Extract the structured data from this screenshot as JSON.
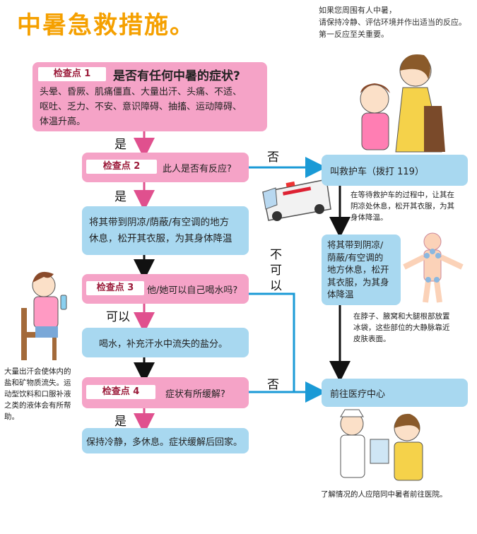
{
  "title": "中暑急救措施。",
  "intro": [
    "如果您周围有人中暑，",
    "请保持冷静、评估环境并作出适当的反应。",
    "第一反应至关重要。"
  ],
  "check1": {
    "tag": "检查点 1",
    "question": "是否有任何中暑的症状?",
    "lines": [
      "头晕、昏厥、肌痛僵直、大量出汗、头痛、不适、",
      "呕吐、乏力、不安、意识障碍、抽搐、运动障碍、",
      "体温升高。"
    ]
  },
  "check2": {
    "tag": "检查点 2",
    "question": "此人是否有反应?"
  },
  "cool_box": {
    "lines": [
      "将其带到阴凉/荫蔽/有空调的地方",
      "休息，松开其衣服，为其身体降温"
    ]
  },
  "check3": {
    "tag": "检查点 3",
    "question": "他/她可以自己喝水吗?"
  },
  "drink_box": {
    "text": "喝水，补充汗水中流失的盐分。"
  },
  "check4": {
    "tag": "检查点 4",
    "question": "症状有所缓解?"
  },
  "rest_box": {
    "text": "保持冷静，多休息。症状缓解后回家。"
  },
  "ambulance_box": {
    "text": "叫救护车（拨打 119）"
  },
  "ambulance_note": [
    "在等待救护车的过程中，让其在",
    "阴凉处休息，松开其衣服，为其",
    "身体降温。"
  ],
  "right_cool_box": {
    "lines": [
      "将其带到阴凉/",
      "荫蔽/有空调的",
      "地方休息，松开",
      "其衣服，为其身",
      "体降温"
    ]
  },
  "icepack_note": [
    "在脖子、腋窝和大腿根部放置",
    "冰袋，这些部位的大静脉靠近",
    "皮肤表面。"
  ],
  "hospital_box": {
    "text": "前往医疗中心"
  },
  "hospital_note": "了解情况的人应陪同中暑者前往医院。",
  "salt_note": [
    "大量出汗会使体内的",
    "盐和矿物质流失。运",
    "动型饮料和口服补液",
    "之类的液体会有所帮",
    "助。"
  ],
  "labels": {
    "yes": "是",
    "no": "否",
    "can": "可以",
    "cannot": [
      "不",
      "可",
      "以"
    ]
  },
  "colors": {
    "title": "#f5a000",
    "pink_box": "#f5a3c7",
    "blue_box": "#a8d8f0",
    "arrow_pink": "#e0508e",
    "arrow_blue": "#1a9ad6",
    "tag_text": "#9b1b3a"
  }
}
